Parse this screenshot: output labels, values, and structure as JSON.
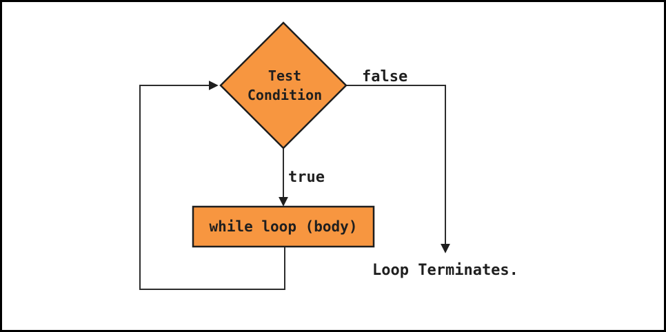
{
  "diagram": {
    "type": "flowchart",
    "nodes": {
      "condition": {
        "label": "Test Condition",
        "shape": "diamond",
        "fill": "#f79640"
      },
      "body": {
        "label": "while loop (body)",
        "shape": "rectangle",
        "fill": "#f79640"
      },
      "terminate": {
        "label": "Loop Terminates."
      }
    },
    "edge_labels": {
      "true": "true",
      "false": "false"
    },
    "colors": {
      "node_fill": "#f79640",
      "node_stroke": "#1e1e1e",
      "line": "#2b2b2b",
      "text": "#1f1f1f",
      "background": "#ffffff",
      "frame_border": "#000000"
    }
  }
}
